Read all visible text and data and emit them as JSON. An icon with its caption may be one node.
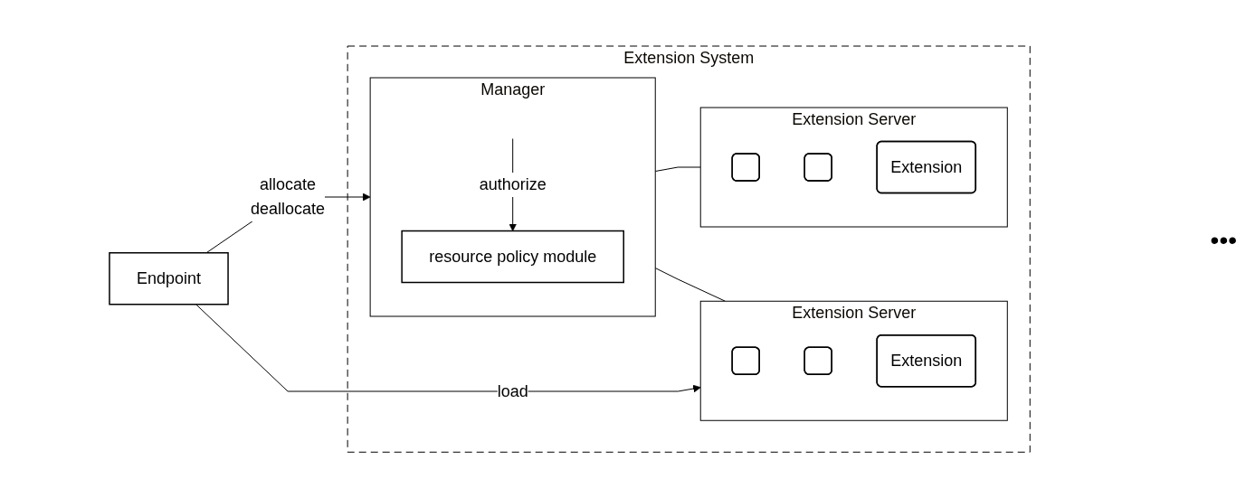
{
  "diagram": {
    "nodes": [
      {
        "text": [
          "Endpoint"
        ]
      },
      {
        "text": [
          "Extension System"
        ]
      },
      {
        "text": [
          "Manager"
        ],
        "in": 1
      },
      {
        "text": [
          "resource policy module"
        ],
        "in": 2
      },
      {
        "text": [
          "Extension Server"
        ],
        "in": 1
      },
      {
        "text": [],
        "shape": "box",
        "in": 4
      },
      {
        "text": [],
        "shape": "box",
        "in": 4
      },
      {
        "text": [
          "Extension"
        ],
        "in": 4
      },
      {
        "text": [
          "Extension Server"
        ],
        "in": 1
      },
      {
        "text": [],
        "shape": "box",
        "in": 8
      },
      {
        "text": [],
        "shape": "box",
        "in": 8
      },
      {
        "text": [
          "Extension"
        ],
        "in": 8
      }
    ],
    "edges": [
      {
        "from": 0,
        "to": 2,
        "arrow": "to",
        "label": "allocate deallocate"
      },
      {
        "from": 0,
        "to": 4,
        "arrow": "to",
        "label": "load"
      },
      {
        "from": null,
        "to": 3,
        "arrow": "to",
        "label": "authorize"
      },
      {
        "from": 2,
        "to": 4,
        "arrow": "none"
      },
      {
        "from": 2,
        "to": 8,
        "arrow": "none"
      }
    ],
    "labels": [
      "•••"
    ]
  }
}
